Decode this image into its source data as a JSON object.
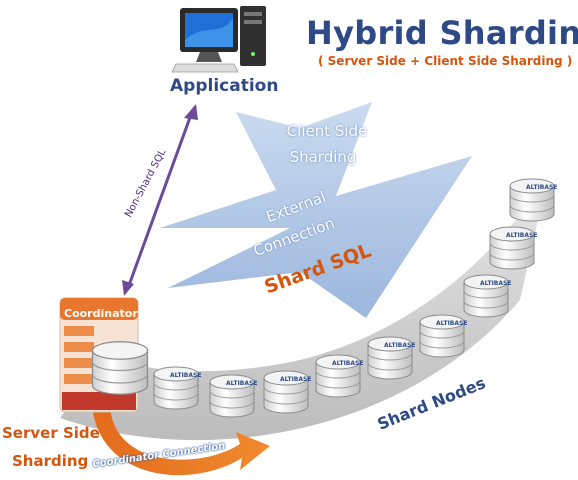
{
  "title": "Hybrid Sharding",
  "subtitle": "( Server Side + Client Side Sharding )",
  "application_label": "Application",
  "client_side_line1": "Client Side",
  "client_side_line2": "Sharding",
  "external_line1": "External",
  "external_line2": "Connection",
  "shard_sql_label": "Shard SQL",
  "non_shard_sql_label": "Non-Shard SQL",
  "coordinator_label": "Coordinator",
  "server_side_line1": "Server Side",
  "server_side_line2": "Sharding",
  "coordinator_connection_label": "Coordinator Connection",
  "shard_nodes_label": "Shard Nodes",
  "node_brand": "ALTIBASE",
  "colors": {
    "title_blue": "#2e4a86",
    "accent_orange": "#d4550e",
    "arrow_light_blue": "#a9c1e4",
    "purple_arrow": "#6b4a9a",
    "gray_band": "#c9c9c9"
  }
}
